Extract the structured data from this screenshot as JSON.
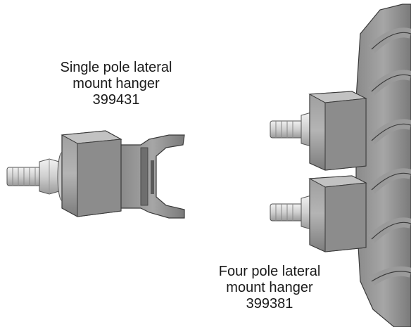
{
  "single_hanger": {
    "caption_line1": "Single pole lateral",
    "caption_line2": "mount hanger",
    "part_number": "399431"
  },
  "four_hanger": {
    "caption_line1": "Four pole lateral",
    "caption_line2": "mount hanger",
    "part_number": "399381"
  },
  "colors": {
    "metal_light": "#d8d8d8",
    "metal_mid": "#a8a8a8",
    "metal_dark": "#6e6e6e",
    "outline": "#3a3a3a",
    "text": "#1a1a1a"
  }
}
